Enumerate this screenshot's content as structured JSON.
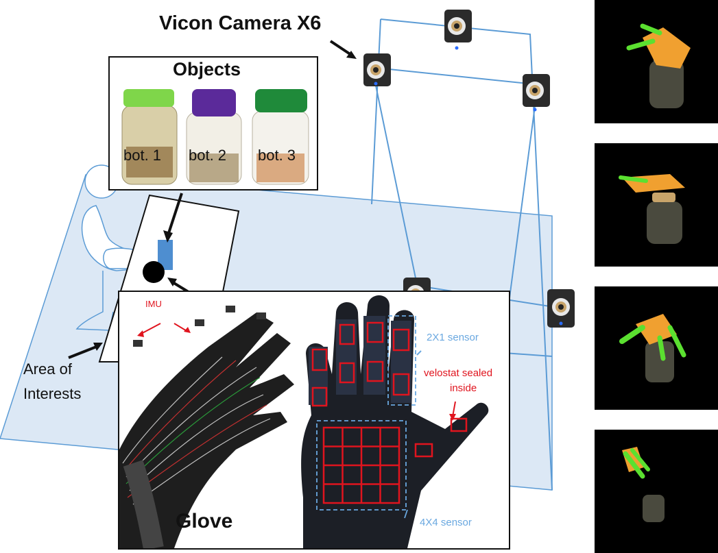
{
  "camera_label": "Vicon Camera X6",
  "area_label_line1": "Area of",
  "area_label_line2": "Interests",
  "objects": {
    "title": "Objects",
    "bottles": [
      {
        "label": "bot. 1",
        "cap_color": "#7fd64a"
      },
      {
        "label": "bot. 2",
        "cap_color": "#5b2a9a"
      },
      {
        "label": "bot. 3",
        "cap_color": "#1f8a3a"
      }
    ]
  },
  "glove": {
    "title": "Glove",
    "imu_label": "IMU",
    "sensor_2x1_label": "2X1 sensor",
    "velostat_line1": "velostat sealed",
    "velostat_line2": "inside",
    "sensor_4x4_label": "4X4 sensor"
  },
  "colors": {
    "frame_blue": "#5b9bd5",
    "floor_fill": "#dce8f5",
    "sensor_red": "#e0141e",
    "annotation_blue": "#5b9bd5",
    "annotation_red": "#e0141e",
    "hand_green": "#5be030",
    "hand_orange": "#f0a030"
  },
  "side_panels": [
    "grasp-frame-1",
    "grasp-frame-2",
    "grasp-frame-3",
    "grasp-frame-4"
  ]
}
